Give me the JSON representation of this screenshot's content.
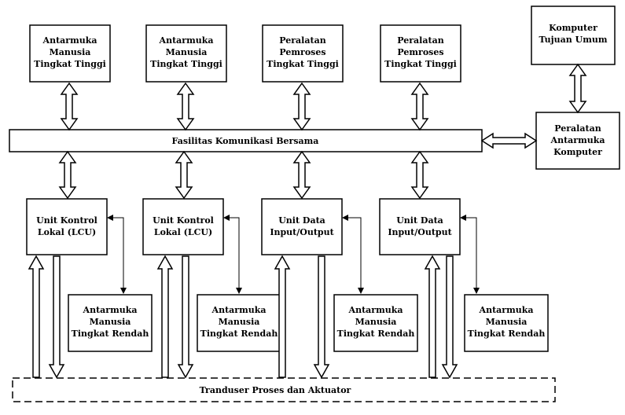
{
  "colors": {
    "stroke": "#000000",
    "fill": "#ffffff"
  },
  "top_boxes": [
    {
      "lines": [
        "Antarmuka",
        "Manusia",
        "Tingkat Tinggi"
      ]
    },
    {
      "lines": [
        "Antarmuka",
        "Manusia",
        "Tingkat Tinggi"
      ]
    },
    {
      "lines": [
        "Peralatan",
        "Pemroses",
        "Tingkat Tinggi"
      ]
    },
    {
      "lines": [
        "Peralatan",
        "Pemroses",
        "Tingkat Tinggi"
      ]
    }
  ],
  "computer_box": {
    "lines": [
      "Komputer",
      "Tujuan Umum"
    ]
  },
  "interface_box": {
    "lines": [
      "Peralatan",
      "Antarmuka",
      "Komputer"
    ]
  },
  "bus": {
    "label": "Fasilitas Komunikasi Bersama"
  },
  "control_units": [
    {
      "lines": [
        "Unit Kontrol",
        "Lokal (LCU)"
      ]
    },
    {
      "lines": [
        "Unit Kontrol",
        "Lokal (LCU)"
      ]
    },
    {
      "lines": [
        "Unit Data",
        "Input/Output"
      ]
    },
    {
      "lines": [
        "Unit Data",
        "Input/Output"
      ]
    }
  ],
  "low_boxes": [
    {
      "lines": [
        "Antarmuka",
        "Manusia",
        "Tingkat Rendah"
      ]
    },
    {
      "lines": [
        "Antarmuka",
        "Manusia",
        "Tingkat Rendah"
      ]
    },
    {
      "lines": [
        "Antarmuka",
        "Manusia",
        "Tingkat Rendah"
      ]
    },
    {
      "lines": [
        "Antarmuka",
        "Manusia",
        "Tingkat Rendah"
      ]
    }
  ],
  "transducer": {
    "label": "Tranduser Proses dan Aktuator"
  }
}
